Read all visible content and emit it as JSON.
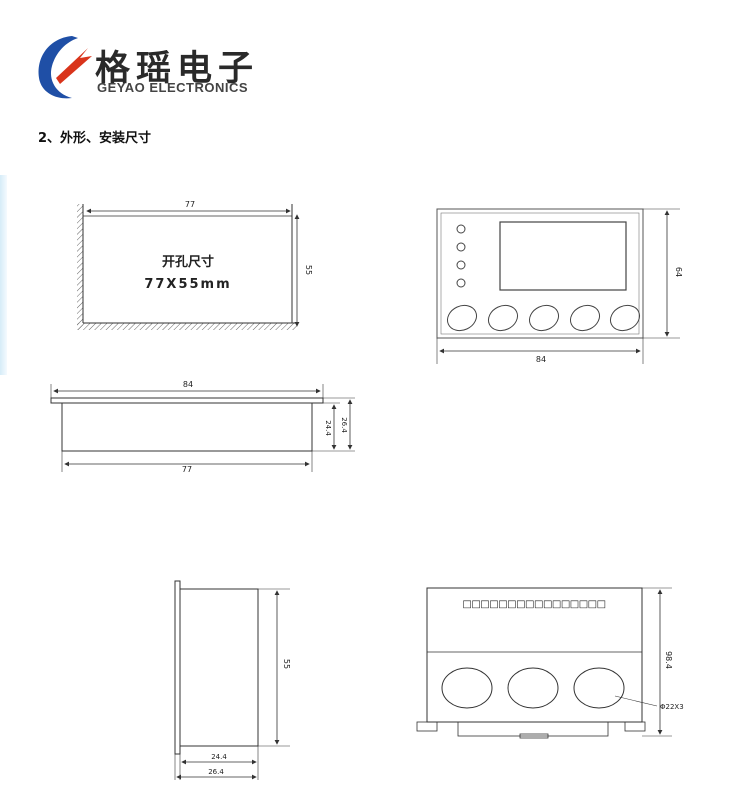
{
  "brand": {
    "name_zh": "格瑶电子",
    "name_en": "GEYAO ELECTRONICS",
    "logo_colors": {
      "swoosh": "#1f4fa6",
      "arrow": "#d9341b"
    }
  },
  "section_title": "2、外形、安装尺寸",
  "cutout": {
    "title": "开孔尺寸",
    "size": "77X55mm",
    "dim_width": "77",
    "dim_height": "55"
  },
  "front_view": {
    "dim_width": "84",
    "dim_height": "64"
  },
  "side_view": {
    "dim_top": "84",
    "dim_bottom": "77",
    "dim_inner": "24.4",
    "dim_outer": "26.4"
  },
  "side_view_2": {
    "dim_height": "55",
    "dim_inner": "24.4",
    "dim_outer": "26.4"
  },
  "base_view": {
    "terminals": "□□□□□□□□□□□□□□□□",
    "dim_height": "98.4",
    "hole_note": "Φ22X3"
  }
}
